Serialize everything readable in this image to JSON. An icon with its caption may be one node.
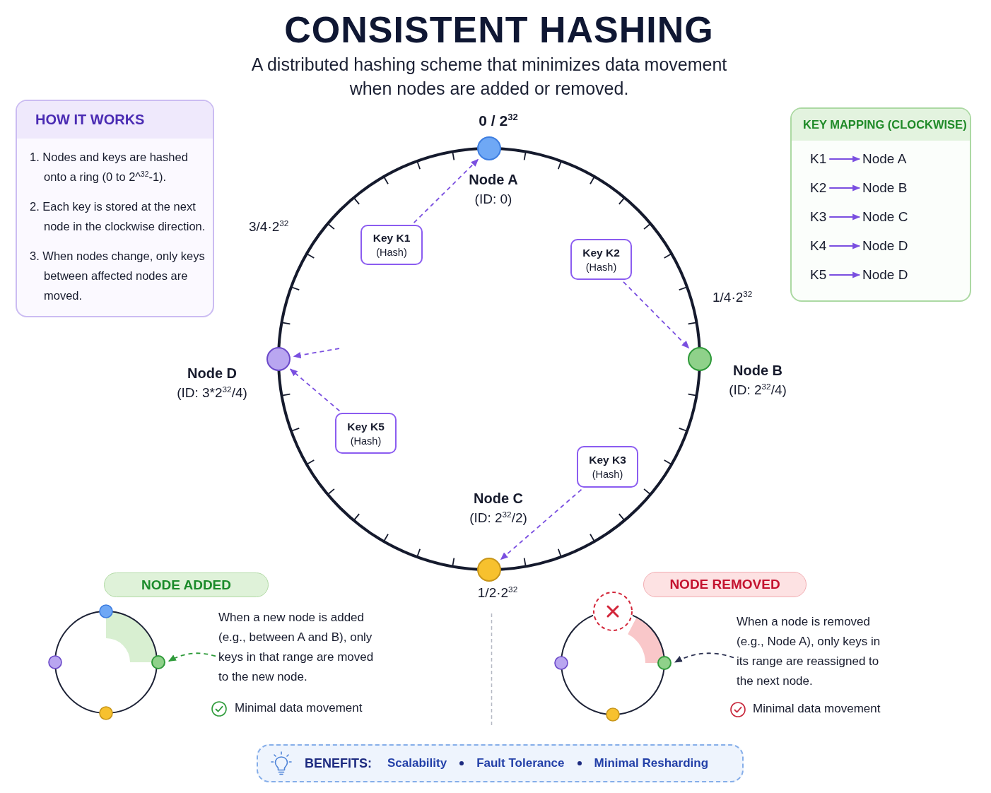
{
  "diagram": {
    "title": "CONSISTENT HASHING",
    "nodes": [
      {
        "text": [
          "HOW IT WORKS",
          "1. Nodes and keys are hashed onto a ring (0 to 2^$^{32}$-1).",
          "2. Each key is stored at the next node in the clockwise direction.",
          "3. When nodes change, only keys between affected nodes are moved."
        ]
      },
      {
        "text": [
          "KEY MAPPING (CLOCKWISE)"
        ]
      },
      {
        "text": [
          "K1"
        ],
        "in": 1
      },
      {
        "text": [
          "Node A"
        ],
        "in": 1
      },
      {
        "text": [
          "K2"
        ],
        "in": 1
      },
      {
        "text": [
          "Node B"
        ],
        "in": 1
      },
      {
        "text": [
          "K3"
        ],
        "in": 1
      },
      {
        "text": [
          "Node C"
        ],
        "in": 1
      },
      {
        "text": [
          "K4"
        ],
        "in": 1
      },
      {
        "text": [
          "Node D"
        ],
        "in": 1
      },
      {
        "text": [
          "K5"
        ],
        "in": 1
      },
      {
        "text": [
          "Node D"
        ],
        "in": 1
      },
      {
        "text": [],
        "shape": "circle",
        "beside": [
          "Node A",
          "(ID: 0)"
        ]
      },
      {
        "text": [
          "Key K1",
          "(Hash)"
        ]
      },
      {
        "text": [
          "Key K2",
          "(Hash)"
        ]
      },
      {
        "text": [],
        "shape": "circle",
        "beside": [
          "Node B",
          "(ID: 2$^{32}$/4)"
        ]
      },
      {
        "text": [],
        "shape": "circle",
        "beside": [
          "Node D",
          "(ID: 3*2$^{32}$/4)"
        ]
      },
      {
        "text": [
          "Key K5",
          "(Hash)"
        ]
      },
      {
        "text": [
          "Key K3",
          "(Hash)"
        ]
      },
      {
        "text": [],
        "shape": "circle",
        "beside": [
          "Node C",
          "(ID: 2$^{32}$/2)"
        ]
      },
      {
        "text": [
          "NODE ADDED"
        ]
      },
      {
        "text": [],
        "shape": "circle"
      },
      {
        "text": [
          "When a new node is added (e.g., between A and B), only keys in that range are moved to the new node."
        ]
      },
      {
        "text": [
          "NODE REMOVED"
        ]
      },
      {
        "text": [],
        "shape": "circle"
      },
      {
        "text": [
          "When a node is removed (e.g., Node A), only keys in its range are reassigned to the next node."
        ]
      },
      {
        "text": [
          "BENEFITS:",
          "Scalability",
          "Fault Tolerance",
          "Minimal Resharding"
        ]
      }
    ],
    "edges": [
      {
        "from": 2,
        "to": 3,
        "arrow": "to"
      },
      {
        "from": 4,
        "to": 5,
        "arrow": "to"
      },
      {
        "from": 6,
        "to": 7,
        "arrow": "to"
      },
      {
        "from": 8,
        "to": 9,
        "arrow": "to"
      },
      {
        "from": 10,
        "to": 11,
        "arrow": "to"
      },
      {
        "from": 13,
        "to": 12,
        "arrow": "to",
        "style": "dashed"
      },
      {
        "from": 14,
        "to": 15,
        "arrow": "to",
        "style": "dashed"
      },
      {
        "from": null,
        "to": 16,
        "arrow": "to",
        "style": "dashed"
      },
      {
        "from": 17,
        "to": 16,
        "arrow": "to",
        "style": "dashed"
      },
      {
        "from": 18,
        "to": 19,
        "arrow": "to",
        "style": "dashed"
      },
      {
        "from": 22,
        "to": 21,
        "arrow": "to",
        "style": "dashed",
        "color": "#2e9b3a"
      },
      {
        "from": 25,
        "to": 24,
        "arrow": "to",
        "style": "dashed",
        "color": "#2b3050"
      }
    ],
    "labels": [
      "A distributed hashing scheme that minimizes data movement when nodes are added or removed.",
      "0 / 2$^{32}$",
      "3/4·2$^{32}$",
      "1/4·2$^{32}$",
      "1/2·2$^{32}$",
      "Minimal data movement",
      "Minimal data movement"
    ]
  }
}
